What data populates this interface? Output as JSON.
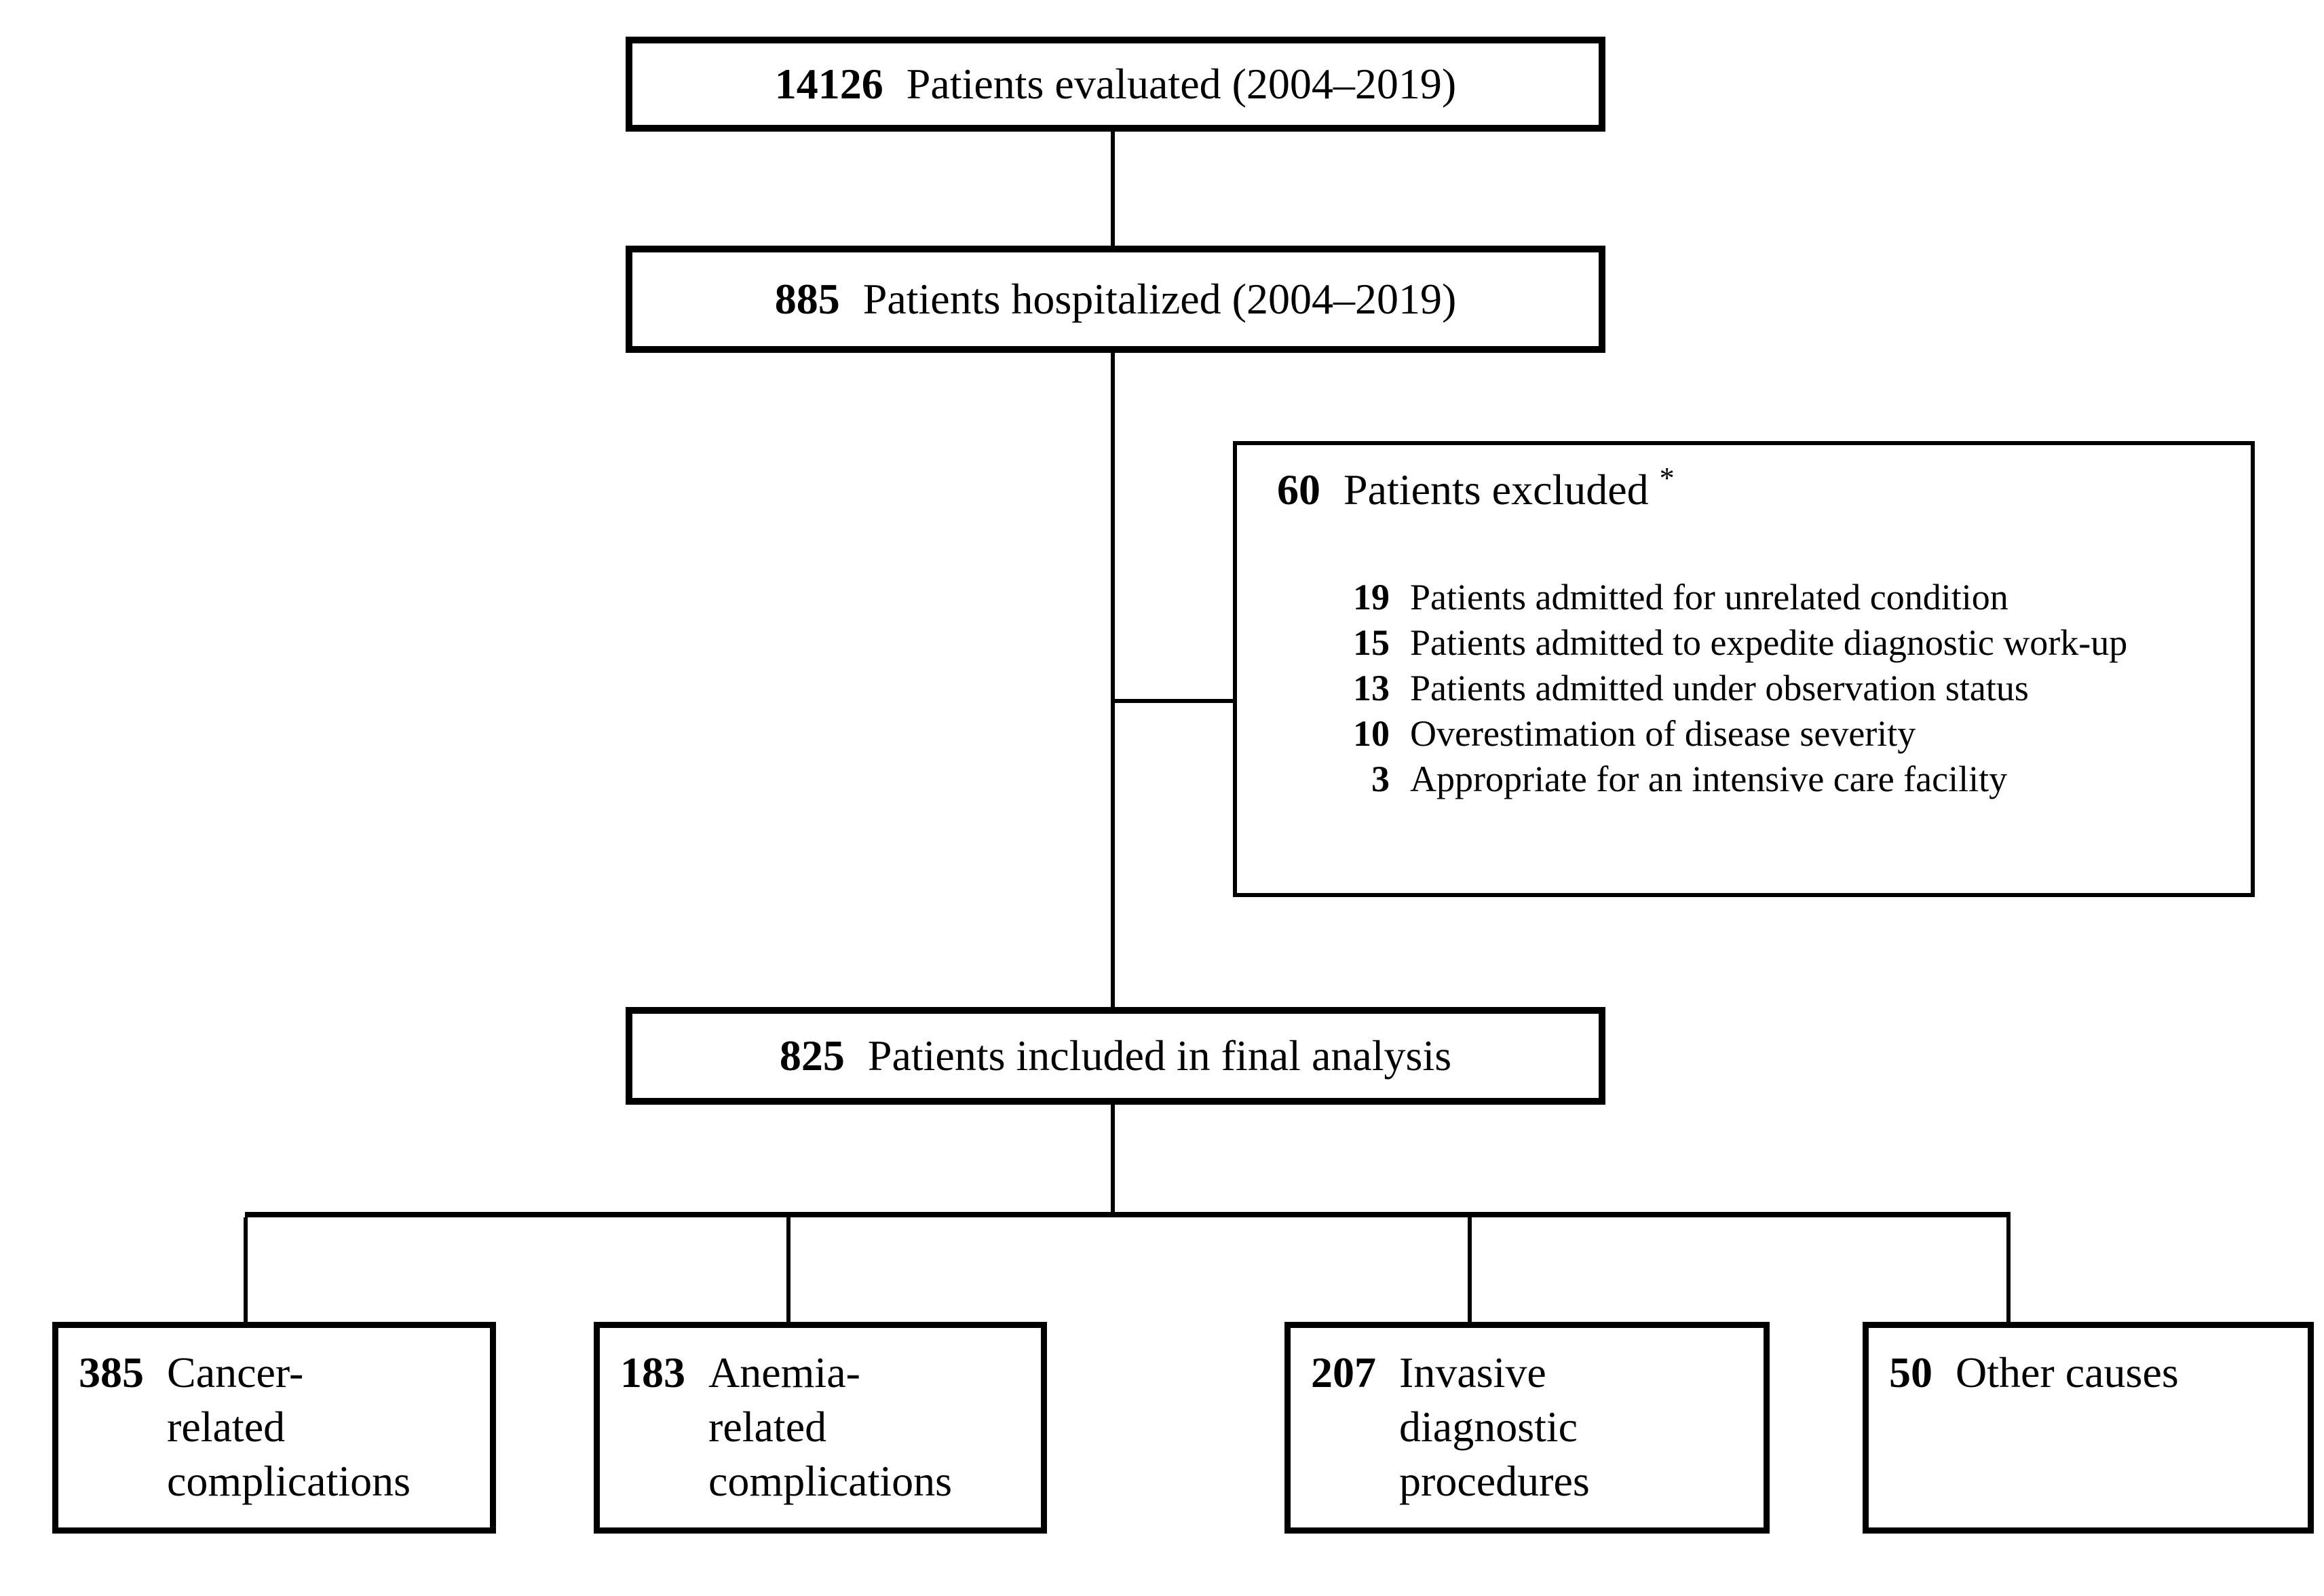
{
  "figure": {
    "background": "#ffffff",
    "line_color": "#000000",
    "boxes": {
      "evaluated": {
        "count": "14126",
        "label": "Patients evaluated (2004–2019)"
      },
      "hospitalized": {
        "count": "885",
        "label": "Patients hospitalized (2004–2019)"
      },
      "excluded": {
        "count": "60",
        "label": "Patients excluded",
        "asterisk": "*",
        "items": [
          {
            "count": "19",
            "label": "Patients admitted for unrelated condition"
          },
          {
            "count": "15",
            "label": "Patients admitted to expedite diagnostic work-up"
          },
          {
            "count": "13",
            "label": "Patients admitted under observation status"
          },
          {
            "count": "10",
            "label": "Overestimation of disease severity"
          },
          {
            "count": "3",
            "label": "Appropriate for an intensive care facility"
          }
        ]
      },
      "included": {
        "count": "825",
        "label": "Patients included in final analysis"
      },
      "outcomes": [
        {
          "count": "385",
          "label": "Cancer-related complications",
          "lines": [
            "Cancer-",
            "related",
            "complications"
          ]
        },
        {
          "count": "183",
          "label": "Anemia-related complications",
          "lines": [
            "Anemia-",
            "related",
            "complications"
          ]
        },
        {
          "count": "207",
          "label": "Invasive diagnostic procedures",
          "lines": [
            "Invasive",
            "diagnostic",
            "procedures"
          ]
        },
        {
          "count": "50",
          "label": "Other causes",
          "lines": [
            "Other causes"
          ]
        }
      ]
    }
  }
}
